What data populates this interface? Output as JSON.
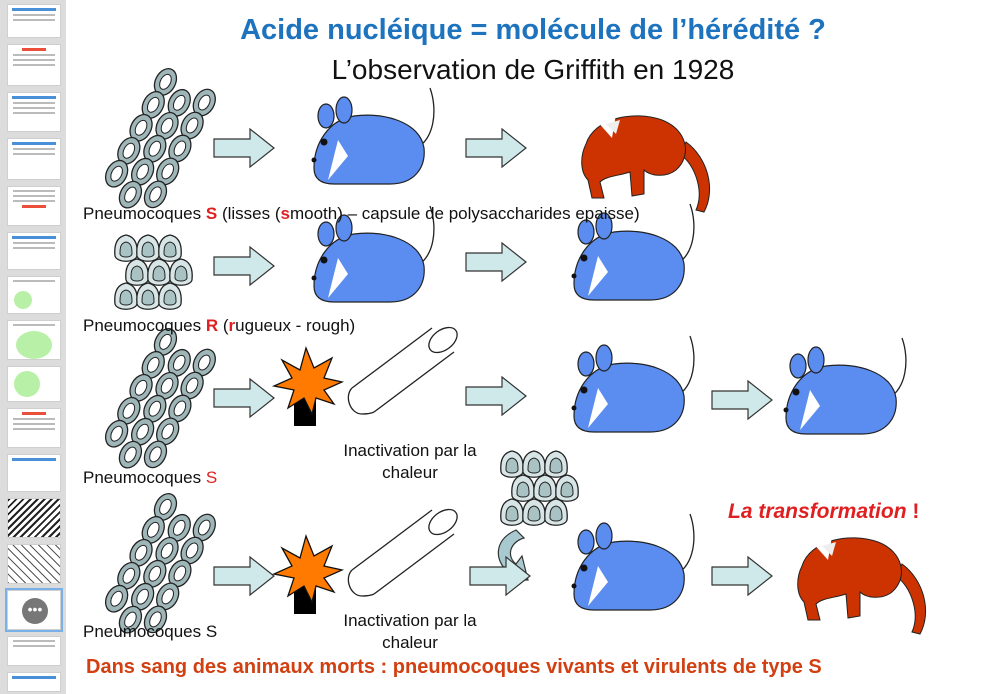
{
  "slide": {
    "title": "Acide nucléique = molécule de l’hérédité ?",
    "subtitle": "L’observation de Griffith en 1928",
    "row1_label": {
      "prefix": "Pneumocoques ",
      "s1": "S",
      "mid": " (lisses (",
      "s2": "s",
      "rest": "mooth) – capsule de polysaccharides epaisse)"
    },
    "row2_label": {
      "prefix": "Pneumocoques ",
      "r1": "R",
      "mid": " (",
      "r2": "r",
      "rest": "ugueux - rough)"
    },
    "row3_label": {
      "prefix": "Pneumocoques ",
      "s": "S"
    },
    "row4_label": "Pneumocoques S",
    "inactivation_line1": "Inactivation par la",
    "inactivation_line2": "chaleur",
    "transformation": "La transformation",
    "transformation_mark": " !",
    "conclusion": "Dans sang des animaux morts : pneumocoques vivants et virulents de type S"
  },
  "sidebar": {
    "nav_control": "•••"
  },
  "colors": {
    "title_blue": "#1e73be",
    "mouse_blue": "#5b8df0",
    "mouse_red": "#cc3300",
    "arrow_fill": "#cfe8ea",
    "bacteria_fill": "#9fb6b8",
    "highlight_red": "#e02020",
    "conclusion_orange": "#d24012",
    "explosion_orange": "#ff7a00"
  }
}
